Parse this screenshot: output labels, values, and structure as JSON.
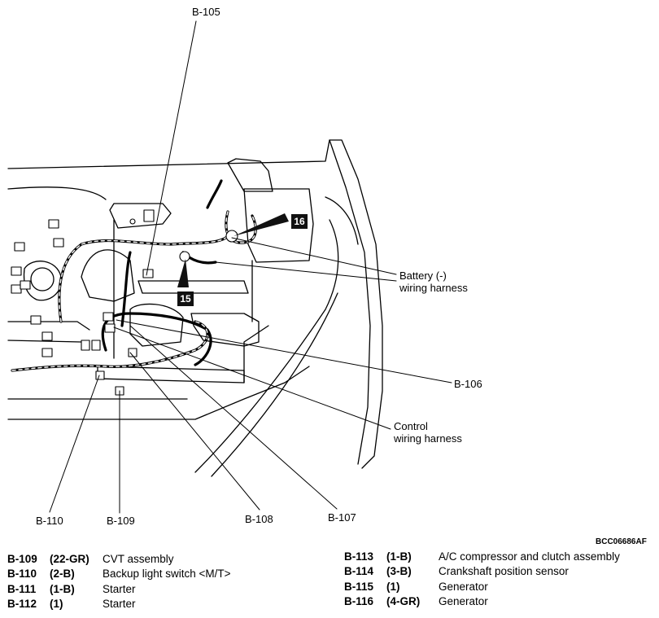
{
  "callouts": {
    "b105": "B-105",
    "battery_line1": "Battery (-)",
    "battery_line2": "wiring harness",
    "b106": "B-106",
    "control_line1": "Control",
    "control_line2": "wiring harness",
    "b110": "B-110",
    "b109": "B-109",
    "b108": "B-108",
    "b107": "B-107"
  },
  "badges": {
    "badge_16": "16",
    "badge_15": "15"
  },
  "figure_code": "BCC06686AF",
  "legend_left": [
    {
      "code": "B-109",
      "connector": "(22-GR)",
      "name": "CVT assembly"
    },
    {
      "code": "B-110",
      "connector": "(2-B)",
      "name": "Backup light switch <M/T>"
    },
    {
      "code": "B-111",
      "connector": "(1-B)",
      "name": "Starter"
    },
    {
      "code": "B-112",
      "connector": "(1)",
      "name": "Starter"
    }
  ],
  "legend_right": [
    {
      "code": "B-113",
      "connector": "(1-B)",
      "name": "A/C compressor and clutch assembly"
    },
    {
      "code": "B-114",
      "connector": "(3-B)",
      "name": "Crankshaft position sensor"
    },
    {
      "code": "B-115",
      "connector": "(1)",
      "name": "Generator"
    },
    {
      "code": "B-116",
      "connector": "(4-GR)",
      "name": "Generator"
    }
  ]
}
